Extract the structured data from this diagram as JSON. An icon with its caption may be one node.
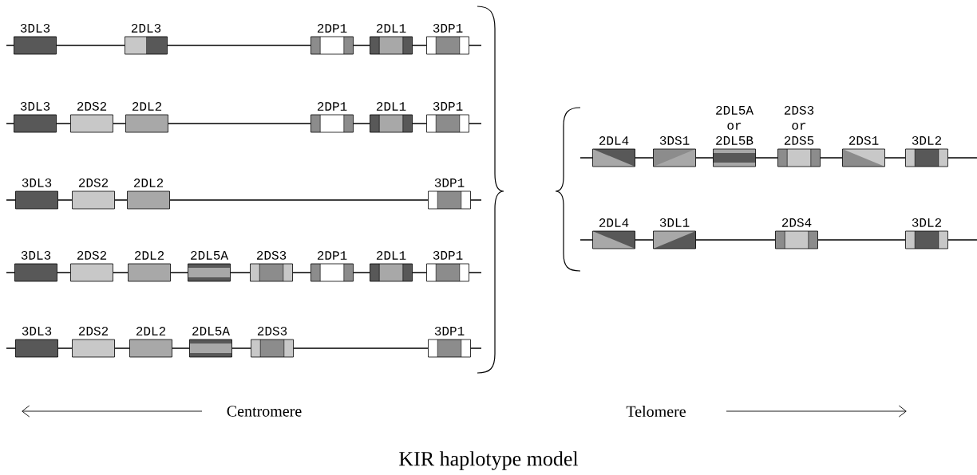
{
  "diagram": {
    "caption": "KIR haplotype model",
    "nodes": [
      {
        "text": [
          "3DL3"
        ]
      },
      {
        "text": [
          "2DL3"
        ]
      },
      {
        "text": [
          "2DP1"
        ]
      },
      {
        "text": [
          "2DL1"
        ]
      },
      {
        "text": [
          "3DP1"
        ]
      },
      {
        "text": [
          "3DL3"
        ]
      },
      {
        "text": [
          "2DS2"
        ]
      },
      {
        "text": [
          "2DL2"
        ]
      },
      {
        "text": [
          "2DP1"
        ]
      },
      {
        "text": [
          "2DL1"
        ]
      },
      {
        "text": [
          "3DP1"
        ]
      },
      {
        "text": [
          "3DL3"
        ]
      },
      {
        "text": [
          "2DS2"
        ]
      },
      {
        "text": [
          "2DL2"
        ]
      },
      {
        "text": [
          "3DP1"
        ]
      },
      {
        "text": [
          "3DL3"
        ]
      },
      {
        "text": [
          "2DS2"
        ]
      },
      {
        "text": [
          "2DL2"
        ]
      },
      {
        "text": [
          "2DL5A"
        ]
      },
      {
        "text": [
          "2DS3"
        ]
      },
      {
        "text": [
          "2DP1"
        ]
      },
      {
        "text": [
          "2DL1"
        ]
      },
      {
        "text": [
          "3DP1"
        ]
      },
      {
        "text": [
          "3DL3"
        ]
      },
      {
        "text": [
          "2DS2"
        ]
      },
      {
        "text": [
          "2DL2"
        ]
      },
      {
        "text": [
          "2DL5A"
        ]
      },
      {
        "text": [
          "2DS3"
        ]
      },
      {
        "text": [
          "3DP1"
        ]
      },
      {
        "text": [
          "2DL4"
        ]
      },
      {
        "text": [
          "3DS1"
        ]
      },
      {
        "text": [
          "2DL5A or 2DL5B"
        ]
      },
      {
        "text": [
          "2DS3 or 2DS5"
        ]
      },
      {
        "text": [
          "2DS1"
        ]
      },
      {
        "text": [
          "3DL2"
        ]
      },
      {
        "text": [
          "2DL4"
        ]
      },
      {
        "text": [
          "3DL1"
        ]
      },
      {
        "text": [
          "2DS4"
        ]
      },
      {
        "text": [
          "3DL2"
        ]
      }
    ],
    "edges": [
      {
        "from": 0,
        "to": 1,
        "arrow": "none"
      },
      {
        "from": 1,
        "to": 2,
        "arrow": "none"
      },
      {
        "from": 2,
        "to": 3,
        "arrow": "none"
      },
      {
        "from": 3,
        "to": 4,
        "arrow": "none"
      },
      {
        "from": 5,
        "to": 6,
        "arrow": "none"
      },
      {
        "from": 6,
        "to": 7,
        "arrow": "none"
      },
      {
        "from": 7,
        "to": 8,
        "arrow": "none"
      },
      {
        "from": 8,
        "to": 9,
        "arrow": "none"
      },
      {
        "from": 9,
        "to": 10,
        "arrow": "none"
      },
      {
        "from": 11,
        "to": 12,
        "arrow": "none"
      },
      {
        "from": 12,
        "to": 13,
        "arrow": "none"
      },
      {
        "from": 13,
        "to": 14,
        "arrow": "none"
      },
      {
        "from": 15,
        "to": 16,
        "arrow": "none"
      },
      {
        "from": 16,
        "to": 17,
        "arrow": "none"
      },
      {
        "from": 17,
        "to": 18,
        "arrow": "none"
      },
      {
        "from": 18,
        "to": 19,
        "arrow": "none"
      },
      {
        "from": 19,
        "to": 20,
        "arrow": "none"
      },
      {
        "from": 20,
        "to": 21,
        "arrow": "none"
      },
      {
        "from": 21,
        "to": 22,
        "arrow": "none"
      },
      {
        "from": 23,
        "to": 24,
        "arrow": "none"
      },
      {
        "from": 24,
        "to": 25,
        "arrow": "none"
      },
      {
        "from": 25,
        "to": 26,
        "arrow": "none"
      },
      {
        "from": 26,
        "to": 27,
        "arrow": "none"
      },
      {
        "from": 27,
        "to": 28,
        "arrow": "none"
      },
      {
        "from": 29,
        "to": 30,
        "arrow": "none"
      },
      {
        "from": 30,
        "to": 31,
        "arrow": "none"
      },
      {
        "from": 31,
        "to": 32,
        "arrow": "none"
      },
      {
        "from": 32,
        "to": 33,
        "arrow": "none"
      },
      {
        "from": 33,
        "to": 34,
        "arrow": "none"
      },
      {
        "from": 35,
        "to": 36,
        "arrow": "none"
      },
      {
        "from": 36,
        "to": 37,
        "arrow": "none"
      },
      {
        "from": 37,
        "to": 38,
        "arrow": "none"
      }
    ],
    "labels": [
      "Centromere",
      "Telomere"
    ]
  }
}
